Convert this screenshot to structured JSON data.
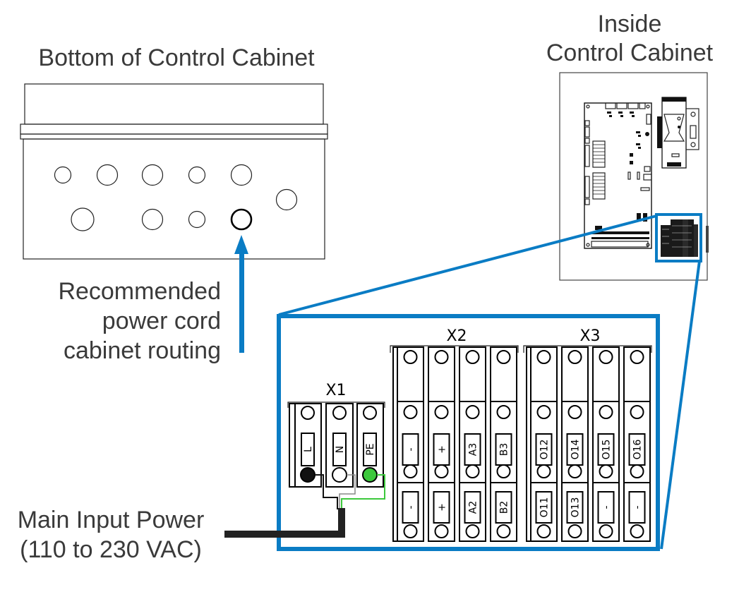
{
  "titles": {
    "bottom_cabinet": "Bottom of Control Cabinet",
    "inside_cabinet_line1": "Inside",
    "inside_cabinet_line2": "Control Cabinet"
  },
  "annotations": {
    "routing_line1": "Recommended",
    "routing_line2": "power cord",
    "routing_line3": "cabinet routing",
    "power_line1": "Main Input Power",
    "power_line2": "(110 to 230 VAC)"
  },
  "colors": {
    "accent_blue": "#0a7cc4",
    "wire_black": "#111111",
    "wire_neutral": "#ffffff",
    "wire_ground": "#3cc83c",
    "text": "#3a3a3a"
  },
  "terminal_blocks": {
    "x1": {
      "name": "X1",
      "terminals": [
        {
          "label": "L",
          "wire": "black"
        },
        {
          "label": "N",
          "wire": "white"
        },
        {
          "label": "PE",
          "wire": "green"
        }
      ]
    },
    "x2": {
      "name": "X2",
      "upper_labels": [
        "-",
        "+",
        "A3",
        "B3"
      ],
      "lower_labels": [
        "-",
        "+",
        "A2",
        "B2"
      ]
    },
    "x3": {
      "name": "X3",
      "upper_labels": [
        "O12",
        "O14",
        "O15",
        "O16"
      ],
      "lower_labels": [
        "O11",
        "O13",
        "-",
        "-"
      ]
    }
  },
  "cabinet_holes": {
    "recommended_hole": "bottom row, 4th hole"
  }
}
